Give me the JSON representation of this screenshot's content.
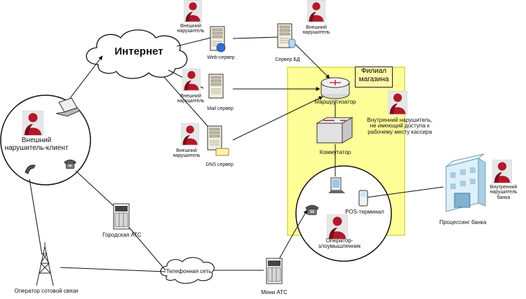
{
  "labels": {
    "internet": "Интернет",
    "external_client": "Внешний нарушитель-клиент",
    "internal_intruder": "Внутренний нарушитель, не имеющий доступа к рабочему месту кассира",
    "branch": "Филиал магазина",
    "router": "Маршрутизатор",
    "switch": "Коммутатор",
    "pos_terminal": "POS-терминал",
    "operator": "Оператор-злоумышленник",
    "bank_processing": "Процессинг банка",
    "phone_network": "Телефонная сеть",
    "mini_pbx": "Мини АТС",
    "city_pbx": "Городская АТС",
    "mobile_operator": "Оператор сотовой связи",
    "web_server": "Web-сервер",
    "server_bsd": "Сервер БД",
    "mail_server": "Mail сервер",
    "dns_server": "DNS сервер",
    "ext_intruder_1": "Внешний нарушитель",
    "ext_intruder_2": "Внешний нарушитель",
    "ext_intruder_3": "Внешний нарушитель",
    "ext_intruder_4": "Внешний нарушитель",
    "bank_intruder": "Внутренний нарушитель банка"
  },
  "colors": {
    "person": "#b3182b",
    "person_dark": "#7a0f1c",
    "branch_fill": "#ffff99",
    "branch_border": "#c8c200",
    "server_body": "#f3efdf",
    "building": "#bfe0f0",
    "line": "#111111"
  }
}
